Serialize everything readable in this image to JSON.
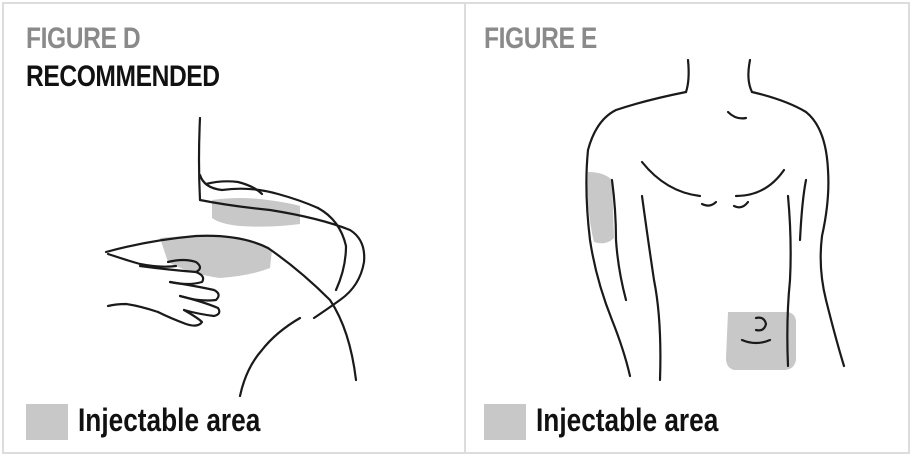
{
  "figure_d": {
    "title": "FIGURE D",
    "subtitle": "RECOMMENDED",
    "legend_label": "Injectable area"
  },
  "figure_e": {
    "title": "FIGURE E",
    "legend_label": "Injectable area"
  },
  "colors": {
    "title_gray": "#8a8a8a",
    "injectable_area": "#c8c8c8",
    "border": "#dcdcdc",
    "ink": "#1a1a1a"
  },
  "icons": [
    "thigh-illustration",
    "torso-illustration"
  ]
}
